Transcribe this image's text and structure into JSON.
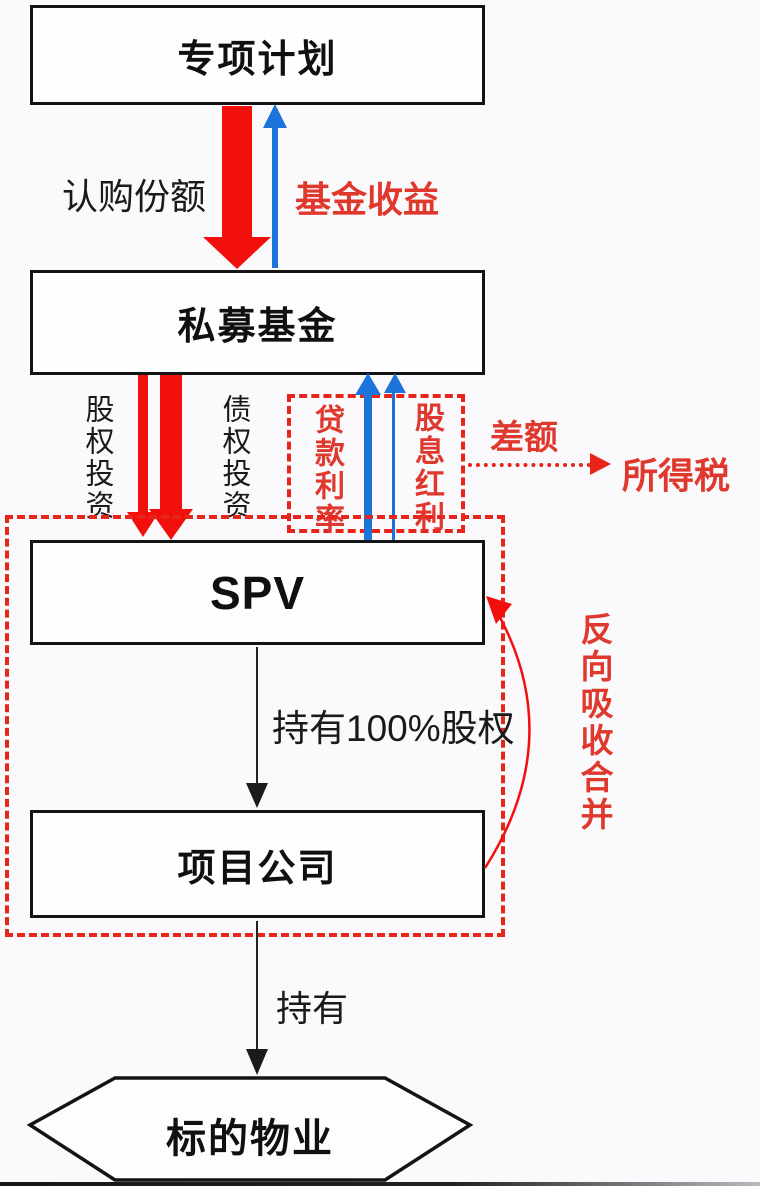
{
  "nodes": {
    "plan": {
      "label": "专项计划"
    },
    "fund": {
      "label": "私募基金"
    },
    "spv": {
      "label": "SPV"
    },
    "project": {
      "label": "项目公司"
    },
    "property": {
      "label": "标的物业"
    }
  },
  "flows": {
    "subscribe": "认购份额",
    "fund_income": "基金收益",
    "equity_investment": "股权投资",
    "debt_investment": "债权投资",
    "loan_interest": "贷款利率",
    "dividend": "股息红利",
    "difference": "差额",
    "income_tax": "所得税",
    "hold_100_equity": "持有100%股权",
    "reverse_merger": "反向吸收合并",
    "hold": "持有"
  },
  "colors": {
    "arrow_red": "#f2100c",
    "dash_red": "#e8251a",
    "text_red": "#df382d",
    "arrow_blue": "#1c74db",
    "ink": "#141414",
    "background": "#faf9fb"
  }
}
